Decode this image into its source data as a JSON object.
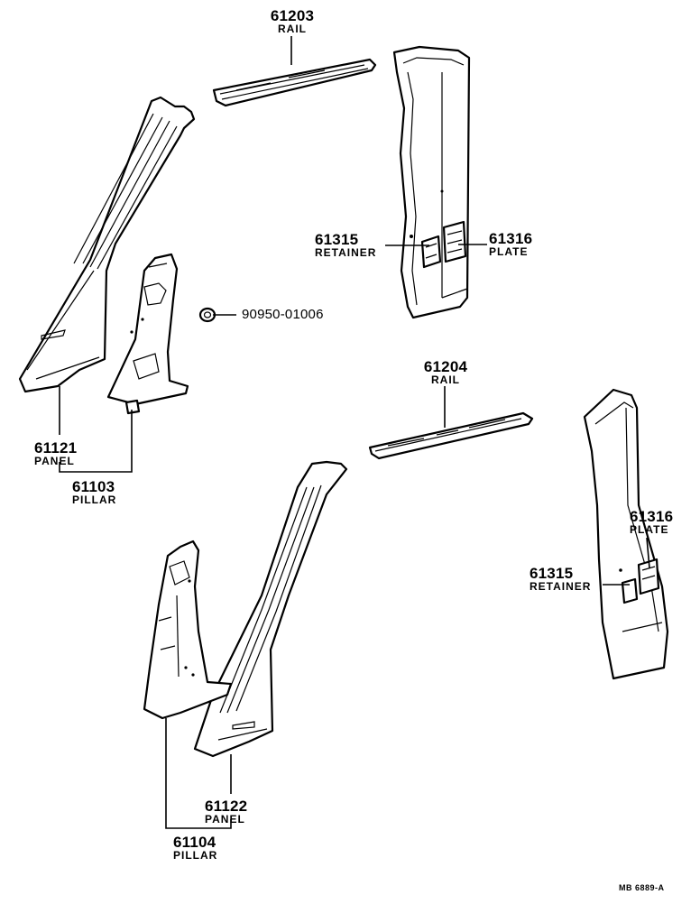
{
  "callouts": {
    "rail_upper": {
      "number": "61203",
      "name": "RAIL"
    },
    "rail_lower": {
      "number": "61204",
      "name": "RAIL"
    },
    "retainer_upper": {
      "number": "61315",
      "name": "RETAINER"
    },
    "plate_upper": {
      "number": "61316",
      "name": "PLATE"
    },
    "retainer_lower": {
      "number": "61315",
      "name": "RETAINER"
    },
    "plate_lower": {
      "number": "61316",
      "name": "PLATE"
    },
    "nut": {
      "number": "90950-01006"
    },
    "panel_left": {
      "number": "61121",
      "name": "PANEL"
    },
    "pillar_left": {
      "number": "61103",
      "name": "PILLAR"
    },
    "panel_right": {
      "number": "61122",
      "name": "PANEL"
    },
    "pillar_right": {
      "number": "61104",
      "name": "PILLAR"
    }
  },
  "reference_code": "MB  6889-A"
}
